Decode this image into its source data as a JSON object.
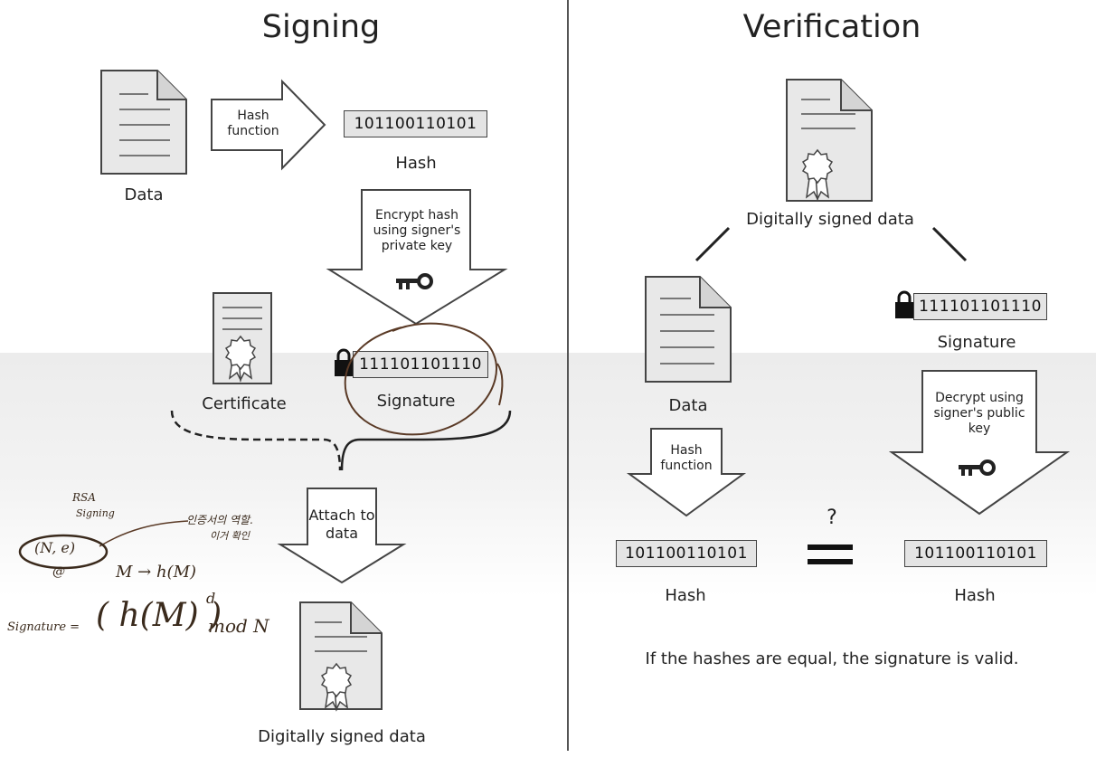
{
  "signing": {
    "title": "Signing",
    "data_label": "Data",
    "hash_function_label": "Hash function",
    "hash_bits": "101100110101",
    "hash_label": "Hash",
    "encrypt_label": "Encrypt hash using signer's private key",
    "certificate_label": "Certificate",
    "signature_bits": "111101101110",
    "signature_label": "Signature",
    "attach_label": "Attach to data",
    "signed_data_label": "Digitally signed data"
  },
  "verification": {
    "title": "Verification",
    "signed_data_label": "Digitally signed data",
    "data_label": "Data",
    "signature_bits": "111101101110",
    "signature_label": "Signature",
    "hash_function_label": "Hash function",
    "decrypt_label": "Decrypt using signer's public key",
    "question_mark": "?",
    "hash_bits_left": "101100110101",
    "hash_bits_right": "101100110101",
    "hash_label_left": "Hash",
    "hash_label_right": "Hash",
    "conclusion": "If the hashes are equal, the signature is valid."
  },
  "annotations": {
    "rsa": "RSA",
    "signing": "Signing",
    "korean_note_1": "인증서의 역할.",
    "korean_note_2": "이거 확인",
    "key_pair": "(N, e)",
    "at_sign": "@",
    "hash_map": "M → h(M)",
    "formula_left": "Signature =",
    "formula_core": "( h(M) )",
    "formula_exp": "d",
    "formula_mod": "mod N"
  },
  "colors": {
    "ink": "#222222",
    "pen": "#5a3a26",
    "box_fill": "#e4e4e4",
    "doc_fill": "#e8e8e8"
  }
}
